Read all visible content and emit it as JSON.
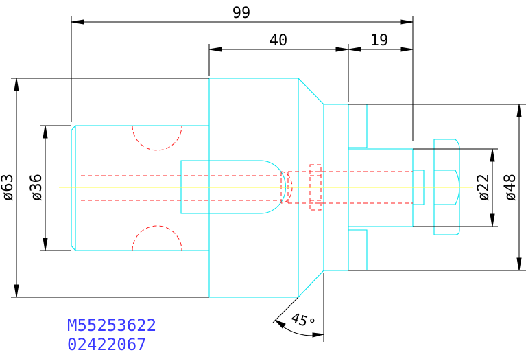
{
  "dimensions": {
    "overall_length": "99",
    "body_length": "40",
    "nose_length": "19",
    "outer_diameter": "ø63",
    "shank_diameter": "ø36",
    "pilot_diameter": "ø22",
    "flange_diameter": "ø48",
    "chamfer_angle": "45°"
  },
  "part_numbers": [
    "M55253622",
    "02422067"
  ],
  "colors": {
    "outline": "#00e5ee",
    "hidden": "#ff2020",
    "centerline": "#ffff44",
    "dimension": "#000000",
    "text_blue": "#3a3aff"
  }
}
